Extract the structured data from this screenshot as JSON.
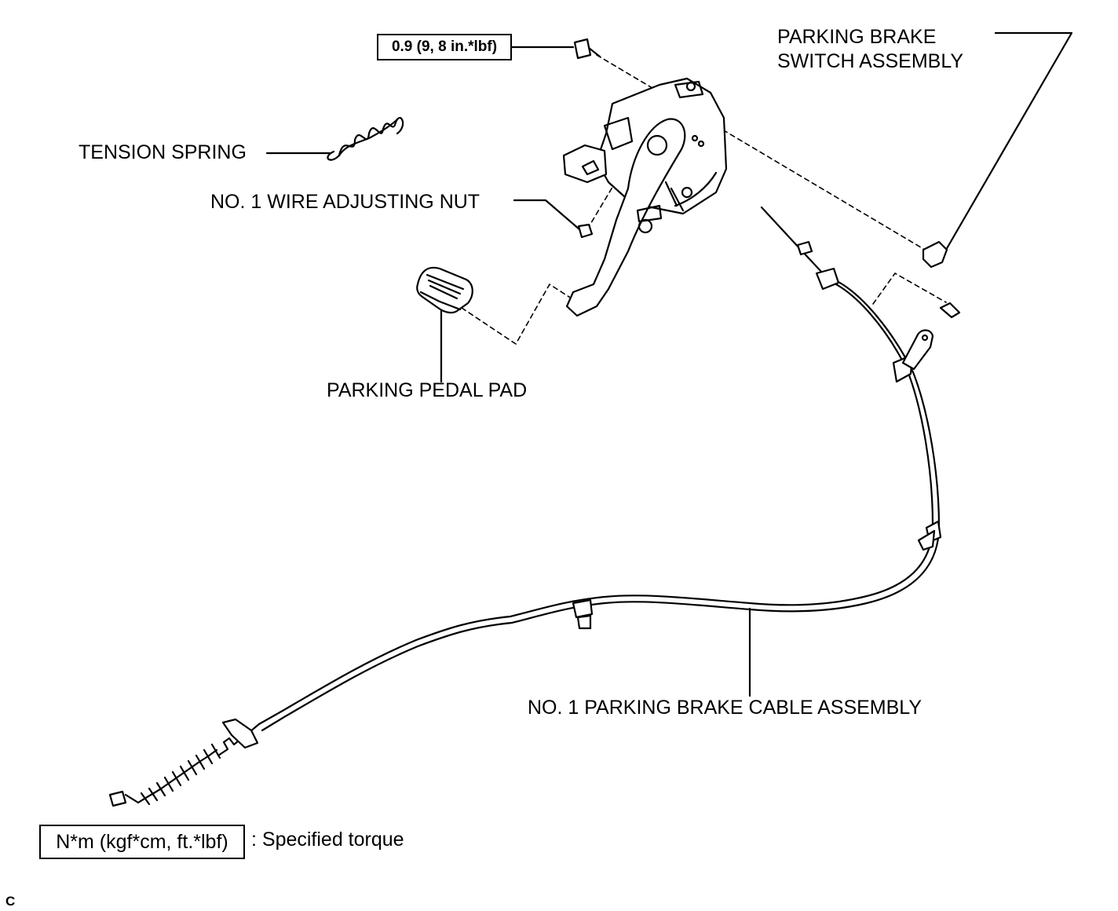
{
  "torque_spec": "0.9 (9, 8 in.*lbf)",
  "labels": {
    "switch_line1": "PARKING BRAKE",
    "switch_line2": "SWITCH ASSEMBLY",
    "tension_spring": "TENSION SPRING",
    "wire_nut": "NO. 1 WIRE ADJUSTING NUT",
    "pedal_pad": "PARKING PEDAL PAD",
    "cable": "NO. 1 PARKING BRAKE CABLE ASSEMBLY"
  },
  "legend": {
    "box": "N*m (kgf*cm, ft.*lbf)",
    "text": ": Specified torque"
  },
  "corner_mark": "C"
}
